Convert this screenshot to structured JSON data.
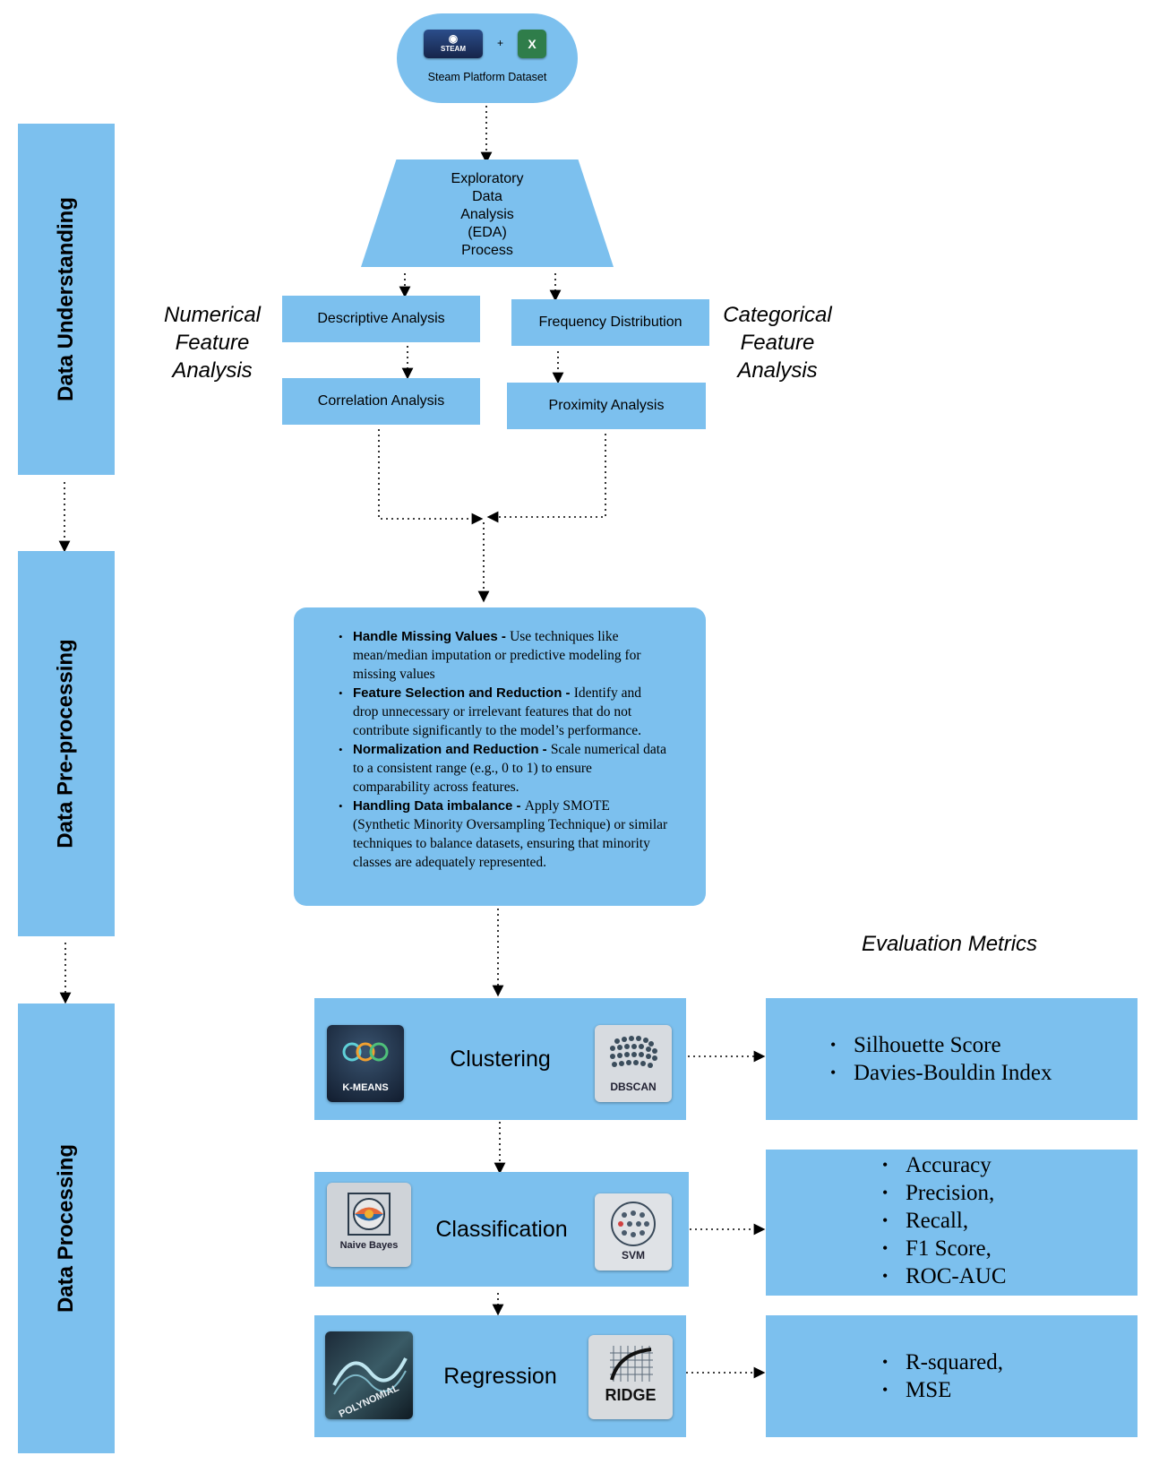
{
  "source": {
    "label": "Steam Platform Dataset",
    "plus": "+",
    "steam_logo_text": "STEAM",
    "excel_logo_text": "X"
  },
  "stages": [
    {
      "label": "Data Understanding"
    },
    {
      "label": "Data Pre-processing"
    },
    {
      "label": "Data Processing"
    }
  ],
  "eda": {
    "label_lines": [
      "Exploratory",
      "Data",
      "Analysis",
      "(EDA)",
      "Process"
    ]
  },
  "numerical": {
    "heading_lines": [
      "Numerical",
      "Feature",
      "Analysis"
    ],
    "descriptive": "Descriptive Analysis",
    "correlation": "Correlation Analysis"
  },
  "categorical": {
    "heading_lines": [
      "Categorical",
      "Feature",
      "Analysis"
    ],
    "frequency": "Frequency Distribution",
    "proximity": "Proximity Analysis"
  },
  "preprocessing": {
    "items": [
      {
        "title": "Handle Missing Values - ",
        "text": "Use techniques like mean/median imputation or predictive modeling for missing values"
      },
      {
        "title": "Feature Selection and Reduction - ",
        "text": "Identify and drop unnecessary or irrelevant features that do not contribute significantly to the model’s performance."
      },
      {
        "title": "Normalization and Reduction - ",
        "text": "Scale numerical data to a consistent range (e.g., 0 to 1) to ensure comparability across features."
      },
      {
        "title": "Handling Data imbalance - ",
        "text": "Apply SMOTE (Synthetic Minority Oversampling Technique) or similar techniques to balance datasets, ensuring that minority classes are adequately represented."
      }
    ]
  },
  "evaluation_heading": "Evaluation Metrics",
  "methods": [
    {
      "label": "Clustering",
      "left_logo": "K-MEANS",
      "right_logo": "DBSCAN",
      "metrics": [
        "Silhouette Score",
        "Davies-Bouldin Index"
      ]
    },
    {
      "label": "Classification",
      "left_logo": "Naive Bayes",
      "right_logo": "SVM",
      "metrics": [
        "Accuracy",
        "Precision,",
        "Recall,",
        "F1 Score,",
        "ROC-AUC"
      ]
    },
    {
      "label": "Regression",
      "left_logo": "POLYNOMIAL",
      "right_logo": "RIDGE",
      "metrics": [
        "R-squared,",
        "MSE"
      ]
    }
  ]
}
